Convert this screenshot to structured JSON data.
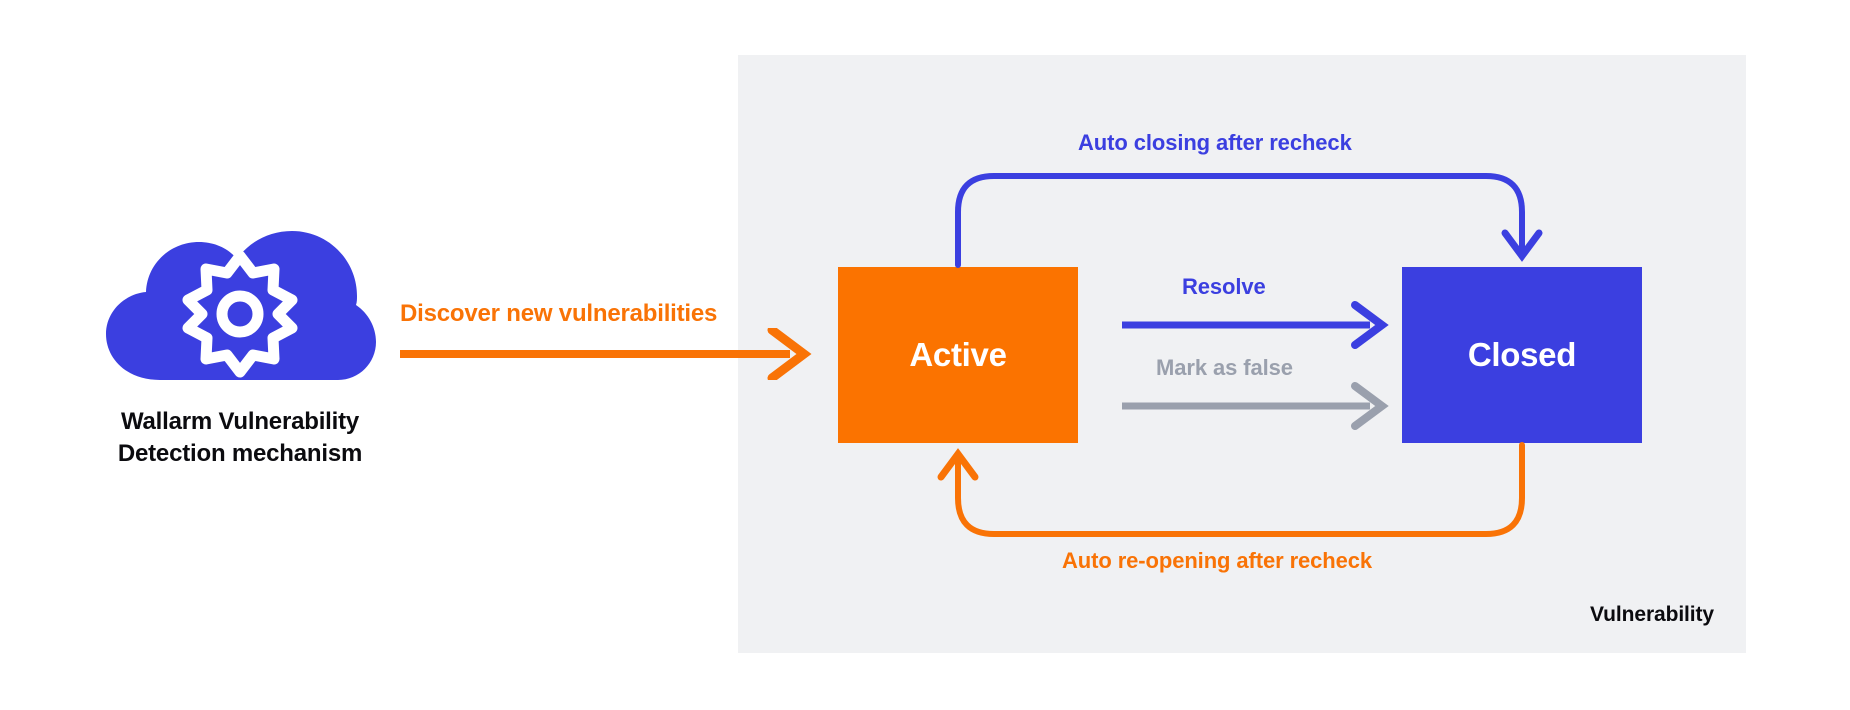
{
  "diagram": {
    "title": "Wallarm vulnerability lifecycle state diagram",
    "colors": {
      "orange": "#f97306",
      "orange_fill": "#fb7300",
      "blue": "#3b3fe0",
      "gray": "#9aa0ad",
      "panel_background": "#f0f1f3",
      "page_background": "#ffffff",
      "text_dark": "#0b0b0f",
      "box_text": "#ffffff"
    }
  },
  "source": {
    "icon": "cloud-gear-icon",
    "caption_line1": "Wallarm Vulnerability",
    "caption_line2": "Detection mechanism"
  },
  "panel": {
    "caption": "Vulnerability"
  },
  "states": [
    {
      "id": "active",
      "label": "Active",
      "color": "#fb7300"
    },
    {
      "id": "closed",
      "label": "Closed",
      "color": "#3b3fe0"
    }
  ],
  "edges": [
    {
      "id": "discover",
      "label": "Discover new vulnerabilities",
      "from": "Wallarm Vulnerability Detection mechanism",
      "to": "Active",
      "color": "#f97306",
      "style": "straight"
    },
    {
      "id": "auto-closing",
      "label": "Auto closing after recheck",
      "from": "Active",
      "to": "Closed",
      "color": "#3b3fe0",
      "style": "curved-top"
    },
    {
      "id": "resolve",
      "label": "Resolve",
      "from": "Active",
      "to": "Closed",
      "color": "#3b3fe0",
      "style": "straight"
    },
    {
      "id": "mark-as-false",
      "label": "Mark as false",
      "from": "Active",
      "to": "Closed",
      "color": "#9aa0ad",
      "style": "straight"
    },
    {
      "id": "auto-reopening",
      "label": "Auto re-opening after recheck",
      "from": "Closed",
      "to": "Active",
      "color": "#f97306",
      "style": "curved-bottom"
    }
  ]
}
